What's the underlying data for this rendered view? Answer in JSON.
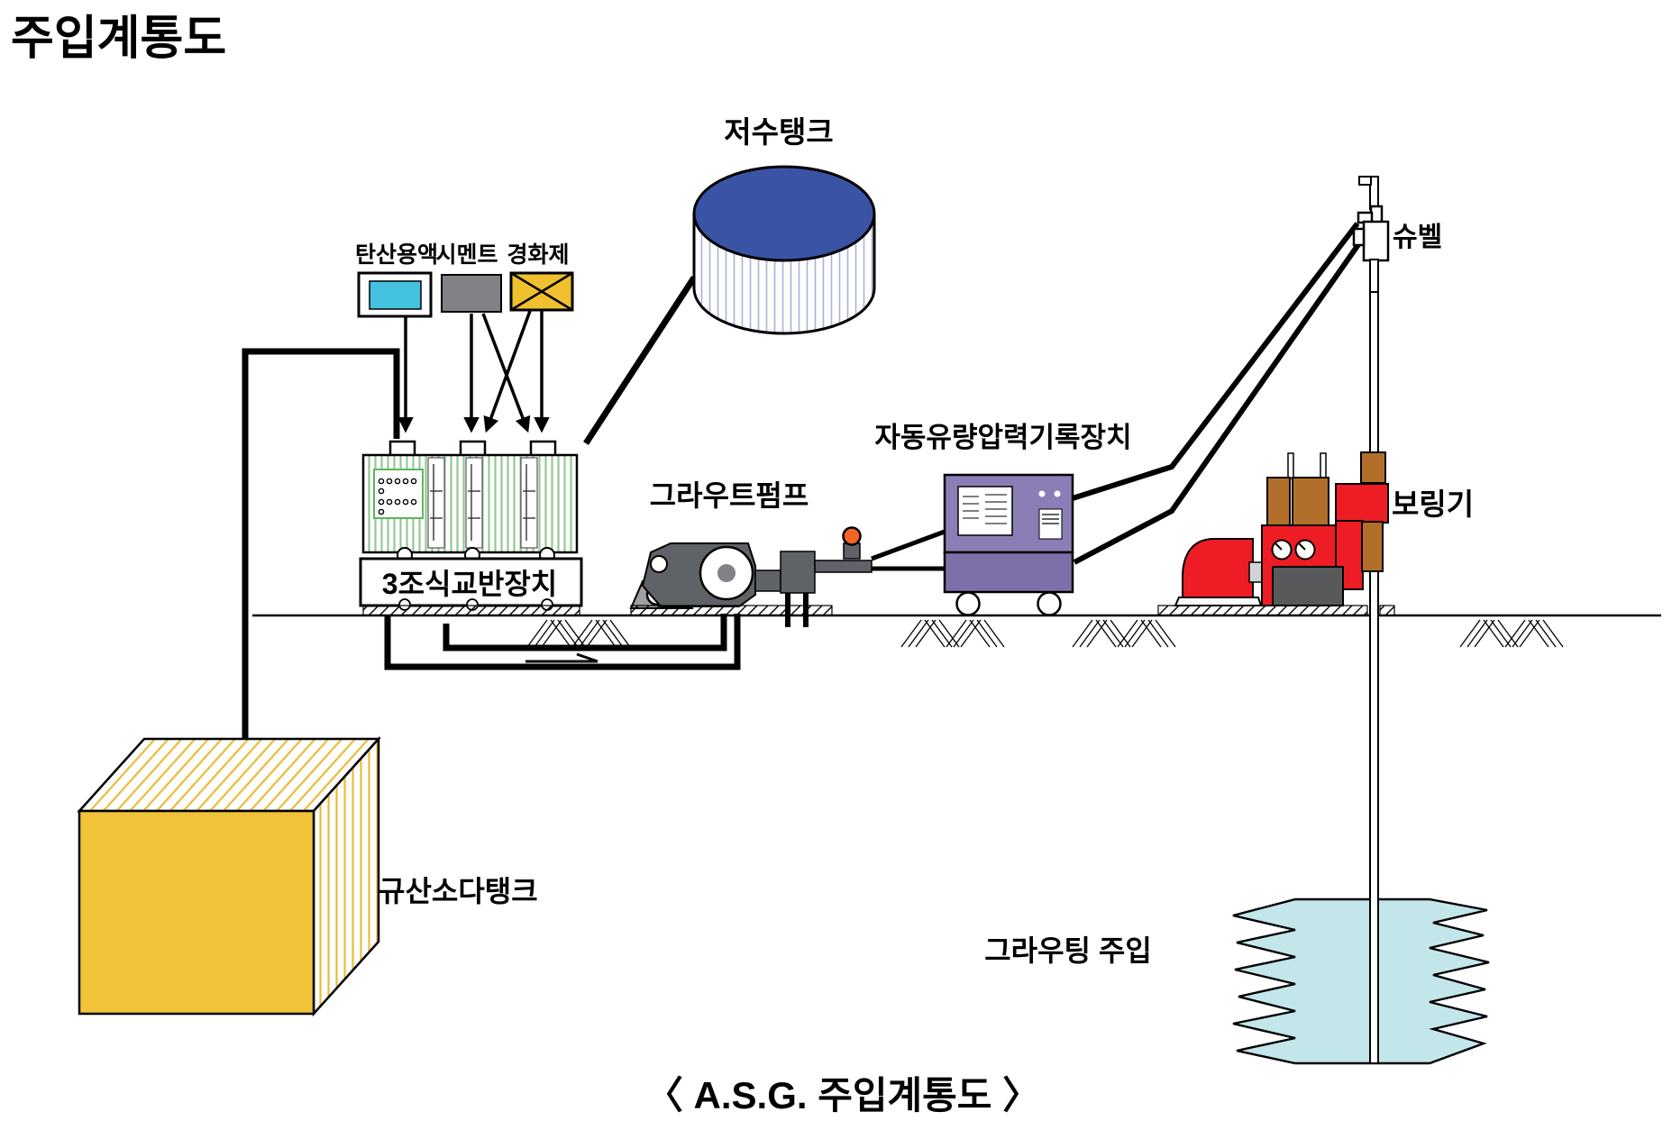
{
  "title": "주입계통도",
  "caption": "〈 A.S.G. 주입계통도 〉",
  "components": {
    "storage_tank": "저수탱크",
    "carbonate_solution": "탄산용액",
    "cement": "시멘트",
    "hardener": "경화제",
    "mixer": "3조식교반장치",
    "grout_pump": "그라우트펌프",
    "recorder": "자동유량압력기록장치",
    "swivel": "슈벨",
    "boring_machine": "보링기",
    "sodium_silicate_tank": "규산소다탱크",
    "grouting_injection": "그라우팅 주입"
  },
  "colors": {
    "tank_top_blue": "#3a53a4",
    "tank_stripe": "#a8b4d8",
    "mixer_stripe_green": "#94c794",
    "carbonate_cyan": "#45c2e0",
    "cement_gray": "#808285",
    "hardener_yellow": "#f0c02f",
    "sodium_yellow": "#f0c339",
    "sodium_stripe": "#e8bc38",
    "pump_gray": "#5f6368",
    "pump_light_gray": "#9ea0a3",
    "valve_orange": "#f26522",
    "recorder_purple": "#8b7db5",
    "recorder_purple_dark": "#7f6fa9",
    "machine_red": "#ee1c25",
    "chuck_brown": "#b16f2b",
    "panel_dark": "#58595b",
    "grout_cyan": "#c2e6e9"
  }
}
